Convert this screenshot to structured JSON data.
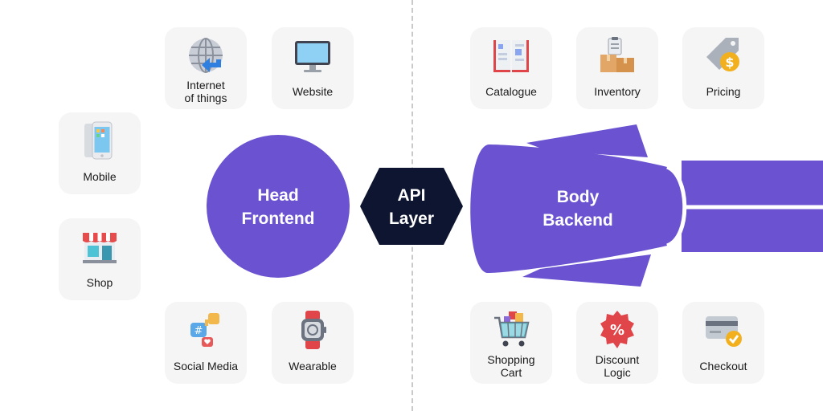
{
  "center": {
    "head": {
      "line1": "Head",
      "line2": "Frontend"
    },
    "api": {
      "line1": "API",
      "line2": "Layer"
    },
    "body": {
      "line1": "Body",
      "line2": "Backend"
    }
  },
  "frontend_channels": [
    {
      "id": "iot",
      "label1": "Internet",
      "label2": "of things",
      "icon": "globe-icon"
    },
    {
      "id": "website",
      "label1": "Website",
      "icon": "monitor-icon"
    },
    {
      "id": "mobile",
      "label1": "Mobile",
      "icon": "smartphone-icon"
    },
    {
      "id": "shop",
      "label1": "Shop",
      "icon": "storefront-icon"
    },
    {
      "id": "social",
      "label1": "Social Media",
      "icon": "social-media-icon"
    },
    {
      "id": "wearable",
      "label1": "Wearable",
      "icon": "smartwatch-icon"
    }
  ],
  "backend_services": [
    {
      "id": "catalogue",
      "label1": "Catalogue",
      "icon": "book-icon"
    },
    {
      "id": "inventory",
      "label1": "Inventory",
      "icon": "boxes-icon"
    },
    {
      "id": "pricing",
      "label1": "Pricing",
      "icon": "price-tag-icon"
    },
    {
      "id": "cart",
      "label1": "Shopping",
      "label2": "Cart",
      "icon": "shopping-cart-icon"
    },
    {
      "id": "discount",
      "label1": "Discount",
      "label2": "Logic",
      "icon": "discount-badge-icon"
    },
    {
      "id": "checkout",
      "label1": "Checkout",
      "icon": "credit-card-icon"
    }
  ],
  "colors": {
    "purple": "#6a52d0",
    "navy": "#0d1530",
    "card_bg": "#f5f5f5",
    "divider": "#c9c9c9"
  }
}
